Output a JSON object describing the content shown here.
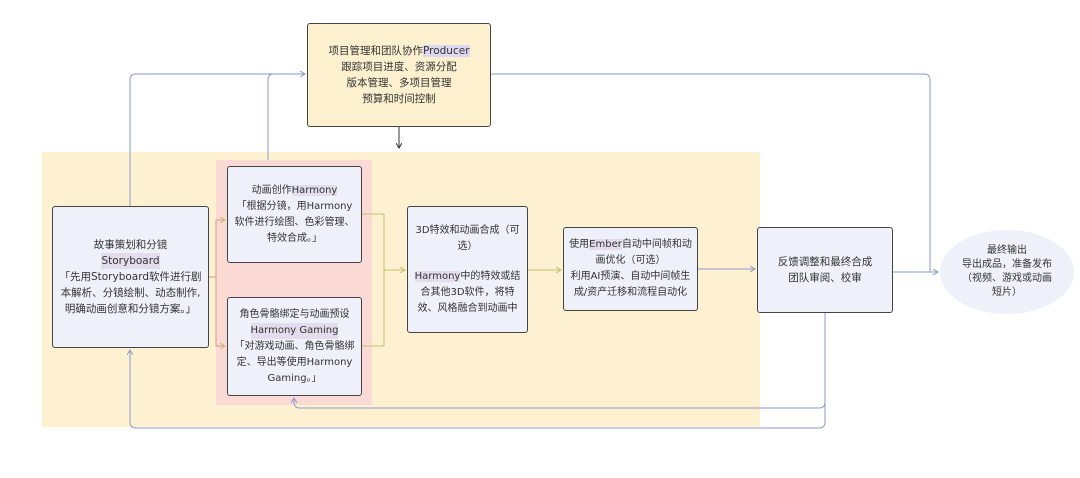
{
  "colors": {
    "yellow_region": "#fdf1d2",
    "pink_region": "#fbdad6",
    "box_fill": "#eef0fa",
    "producer_fill": "#fdf0cf",
    "blue_line": "#8d9bc6",
    "olive_line": "#cbbd6a",
    "output_fill": "#eef1f9"
  },
  "producer": {
    "title_prefix": "项目管理和团队协作",
    "title_hl": "Producer",
    "lines": [
      "跟踪项目进度、资源分配",
      "版本管理、多项目管理",
      "预算和时间控制"
    ]
  },
  "storyboard": {
    "title": "故事策划和分镜",
    "name": "Storyboard",
    "lines": [
      "「先用Storyboard软件进行剧",
      "本解析、分镜绘制、动态制作,",
      "明确动画创意和分镜方案。」"
    ]
  },
  "harmony": {
    "title_prefix": "动画创作",
    "title_hl": "Harmony",
    "lines": [
      "「根据分镜，用Harmony",
      "软件进行绘图、色彩管理、",
      "特效合成。」"
    ]
  },
  "gaming": {
    "title": "角色骨骼绑定与动画预设",
    "name": "Harmony Gaming",
    "lines": [
      "「对游戏动画、角色骨骼绑",
      "定、导出等使用Harmony",
      "Gaming。」"
    ]
  },
  "fx3d": {
    "title_lines": [
      "3D特效和动画合成（可",
      "选）"
    ],
    "hl": "Harmony",
    "lines_first_suffix": "中的特效或结",
    "lines": [
      "合其他3D软件，将特",
      "效、风格融合到动画中"
    ]
  },
  "ember": {
    "prefix": "使用",
    "hl": "Ember",
    "suffix": "自动中间帧和动",
    "lines": [
      "画优化（可选）",
      "利用AI预演、自动中间帧生",
      "成/资产迁移和流程自动化"
    ]
  },
  "feedback": {
    "lines": [
      "反馈调整和最终合成",
      "团队审阅、校审"
    ]
  },
  "output": {
    "lines": [
      "最终输出",
      "导出成品，准备发布",
      "（视频、游戏或动画",
      "短片）"
    ]
  }
}
